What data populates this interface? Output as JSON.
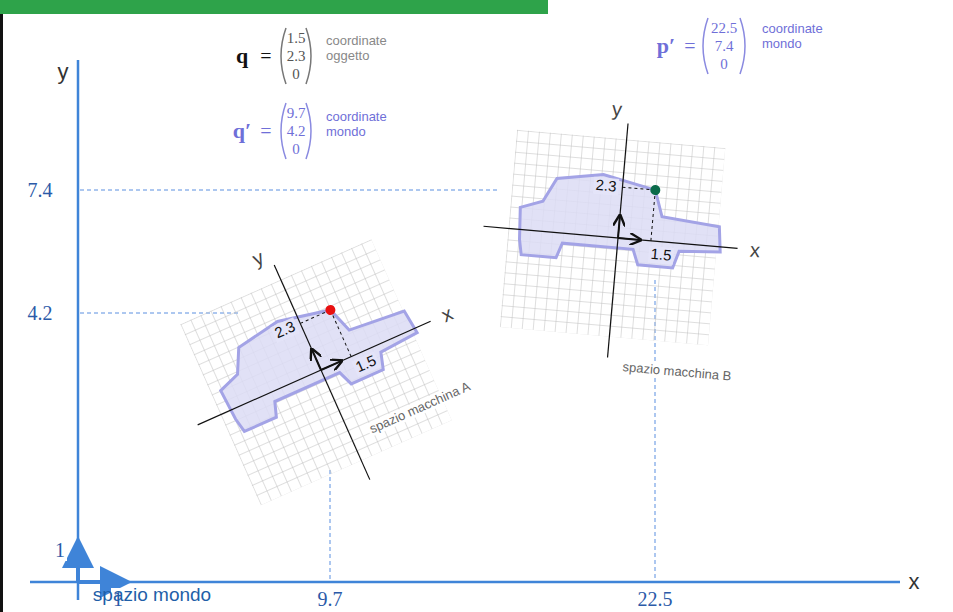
{
  "diagram": {
    "labels": [
      "q",
      "=",
      "1.5",
      "2.3",
      "0",
      "coordinate oggetto",
      "q′",
      "=",
      "9.7",
      "4.2",
      "0",
      "coordinate mondo",
      "p′",
      "=",
      "22.5",
      "7.4",
      "0",
      "coordinate mondo",
      "y",
      "x",
      "7.4",
      "4.2",
      "1",
      "1",
      "9.7",
      "22.5",
      "spazio mondo",
      "y",
      "x",
      "2.3",
      "1.5",
      "spazio macchina A",
      "y",
      "x",
      "2.3",
      "1.5",
      "spazio macchina B"
    ]
  }
}
